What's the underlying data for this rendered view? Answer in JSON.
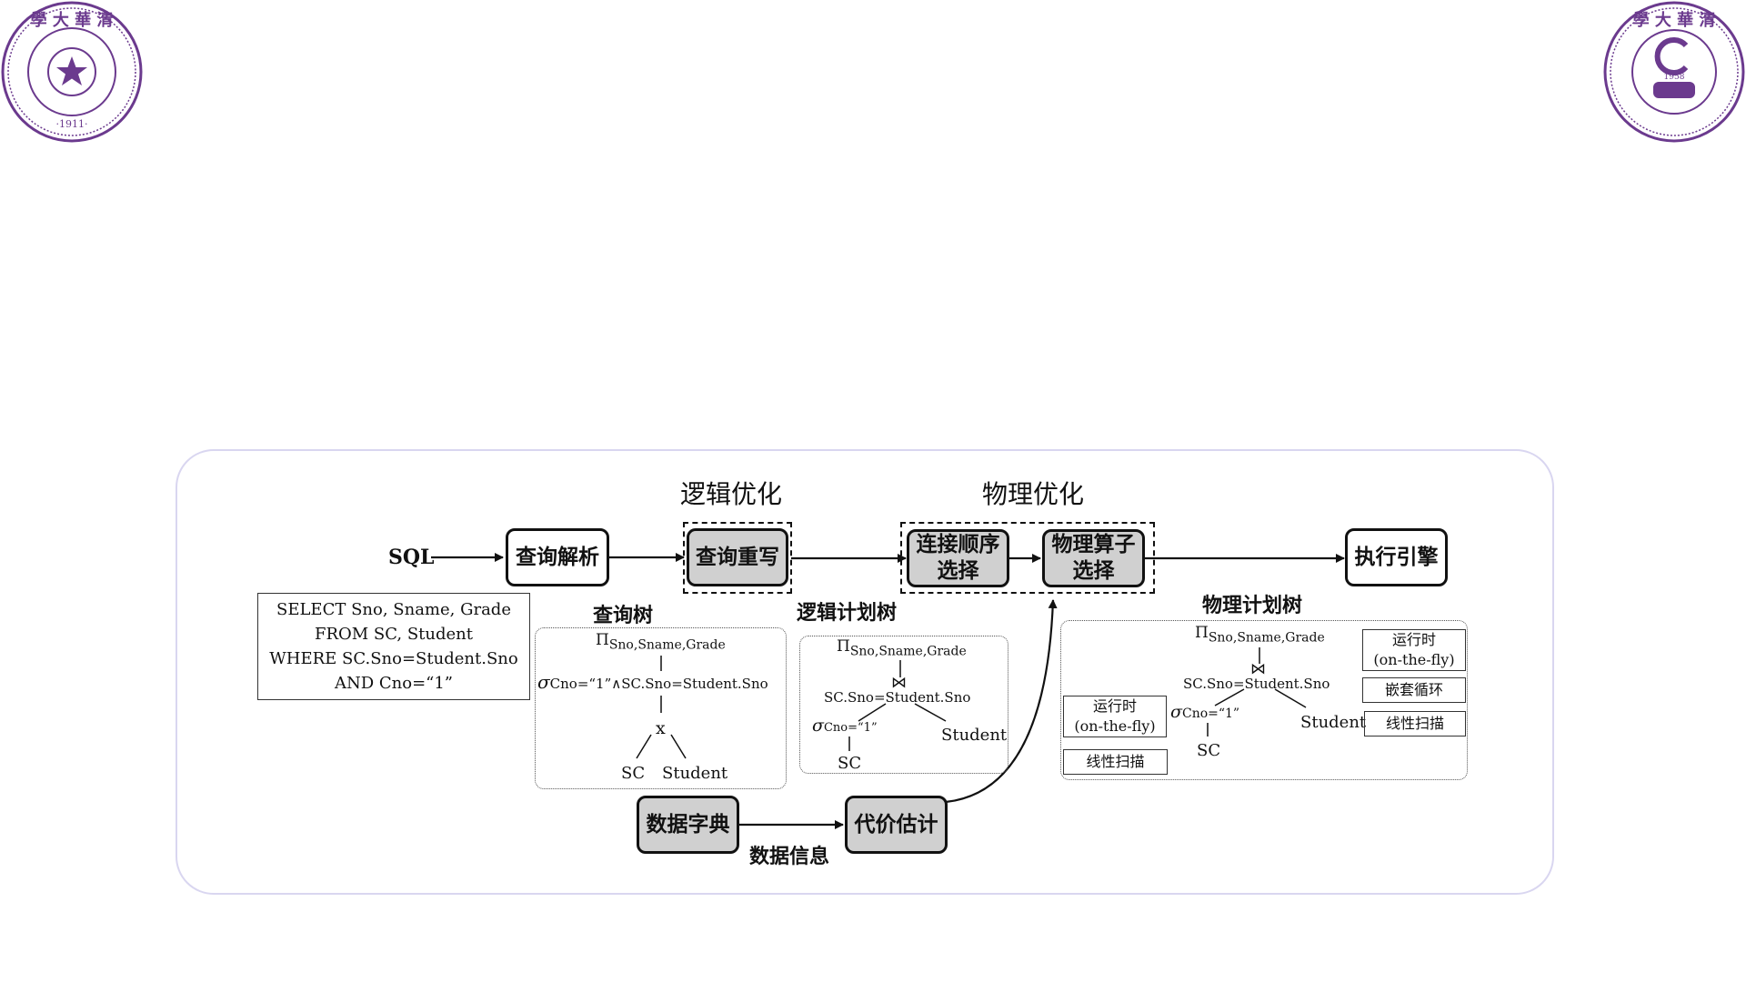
{
  "titles": {
    "logical": "逻辑优化",
    "physical": "物理优化"
  },
  "input_label": "SQL",
  "nodes": {
    "parse": "查询解析",
    "rewrite": "查询重写",
    "join_order": "连接顺序\n选择",
    "op_select": "物理算子\n选择",
    "engine": "执行引擎",
    "dict": "数据字典",
    "cost": "代价估计"
  },
  "edge_label_data_info": "数据信息",
  "sql_lines": [
    "SELECT Sno,  Sname, Grade",
    "FROM SC, Student",
    "WHERE SC.Sno=Student.Sno",
    "AND Cno=“1”"
  ],
  "trees": {
    "query_tree": {
      "title": "查询树",
      "proj_sym": "Π",
      "proj_sub": "Sno,Sname,Grade",
      "sel_sym": "σ",
      "sel_sub": "Cno=“1”∧SC.Sno=Student.Sno",
      "cross": "x",
      "left": "SC",
      "right": "Student"
    },
    "logical_tree": {
      "title": "逻辑计划树",
      "proj_sym": "Π",
      "proj_sub": "Sno,Sname,Grade",
      "join_sym": "⋈",
      "join_cond": "SC.Sno=Student.Sno",
      "sel_sym": "σ",
      "sel_sub": "Cno=“1”",
      "left": "SC",
      "right": "Student"
    },
    "physical_tree": {
      "title": "物理计划树",
      "proj_sym": "Π",
      "proj_sub": "Sno,Sname,Grade",
      "join_sym": "⋈",
      "join_cond": "SC.Sno=Student.Sno",
      "sel_sym": "σ",
      "sel_sub": "Cno=“1”",
      "left": "SC",
      "right": "Student",
      "annotations": {
        "runtime_right": "运行时\n(on-the-fly)",
        "nested_loop": "嵌套循环",
        "scan_right": "线性扫描",
        "runtime_left": "运行时\n(on-the-fly)",
        "scan_left": "线性扫描"
      }
    }
  },
  "colors": {
    "node_gray": "#d0d0d0",
    "panel_border": "#d9d6f0",
    "logo_purple": "#6b3a8e"
  }
}
